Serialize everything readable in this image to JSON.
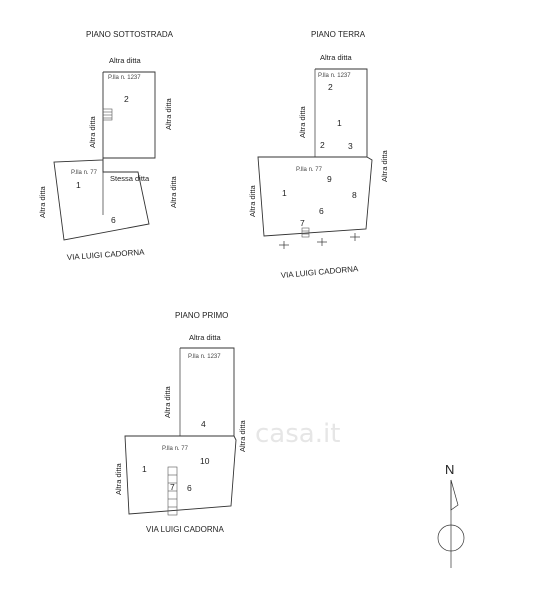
{
  "watermark": "casa.it",
  "plans": [
    {
      "title": "PIANO SOTTOSTRADA",
      "neighbors": {
        "top": "Altra ditta",
        "left_upper": "Altra ditta",
        "right_upper": "Altra ditta",
        "left_lower": "Altra ditta",
        "right_lower": "Altra ditta"
      },
      "inner_label": "Stessa ditta",
      "parcels": [
        "P.lla n. 1237",
        "P.lla n. 77"
      ],
      "rooms": [
        "2",
        "1",
        "6"
      ],
      "street": "VIA LUIGI CADORNA"
    },
    {
      "title": "PIANO TERRA",
      "neighbors": {
        "top": "Altra ditta",
        "left_upper": "Altra ditta",
        "right_upper": "Altra ditta",
        "left_lower": "Altra ditta"
      },
      "parcels": [
        "P.lla n. 1237",
        "P.lla n. 77"
      ],
      "rooms": [
        "2",
        "1",
        "2",
        "3",
        "9",
        "1",
        "8",
        "6",
        "7"
      ],
      "street": "VIA LUIGI CADORNA"
    },
    {
      "title": "PIANO PRIMO",
      "neighbors": {
        "top": "Altra ditta",
        "left_upper": "Altra ditta",
        "right_upper": "Altra ditta",
        "left_lower": "Altra ditta"
      },
      "parcels": [
        "P.lla n. 1237",
        "P.lla n. 77"
      ],
      "rooms": [
        "4",
        "10",
        "1",
        "7",
        "6"
      ],
      "street": "VIA LUIGI CADORNA"
    }
  ],
  "compass": {
    "label": "N"
  }
}
